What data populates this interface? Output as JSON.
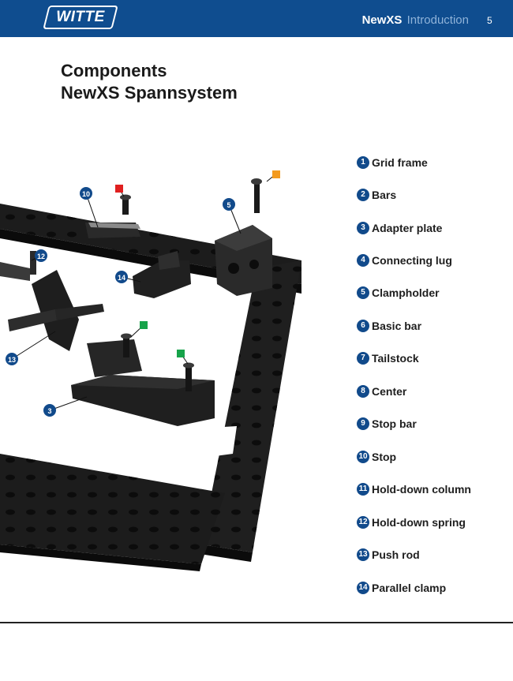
{
  "header": {
    "logo_text": "WITTE",
    "product": "NewXS",
    "section": "Introduction",
    "page_number": "5"
  },
  "title": {
    "line1": "Components",
    "line2": "NewXS Spannsystem"
  },
  "colors": {
    "brand_blue": "#0f4d8f",
    "callout_blue": "#114a8b",
    "marker_red": "#e02020",
    "marker_orange": "#f39a1e",
    "marker_green": "#17a34a"
  },
  "callouts": [
    "10",
    "5",
    "12",
    "14",
    "13",
    "3"
  ],
  "components": [
    {
      "number": "1",
      "label": "Grid frame"
    },
    {
      "number": "2",
      "label": "Bars"
    },
    {
      "number": "3",
      "label": "Adapter plate"
    },
    {
      "number": "4",
      "label": "Connecting lug"
    },
    {
      "number": "5",
      "label": "Clampholder"
    },
    {
      "number": "6",
      "label": "Basic bar"
    },
    {
      "number": "7",
      "label": "Tailstock"
    },
    {
      "number": "8",
      "label": "Center"
    },
    {
      "number": "9",
      "label": "Stop bar"
    },
    {
      "number": "10",
      "label": "Stop"
    },
    {
      "number": "11",
      "label": "Hold-down column"
    },
    {
      "number": "12",
      "label": "Hold-down spring"
    },
    {
      "number": "13",
      "label": "Push rod"
    },
    {
      "number": "14",
      "label": "Parallel clamp"
    }
  ]
}
